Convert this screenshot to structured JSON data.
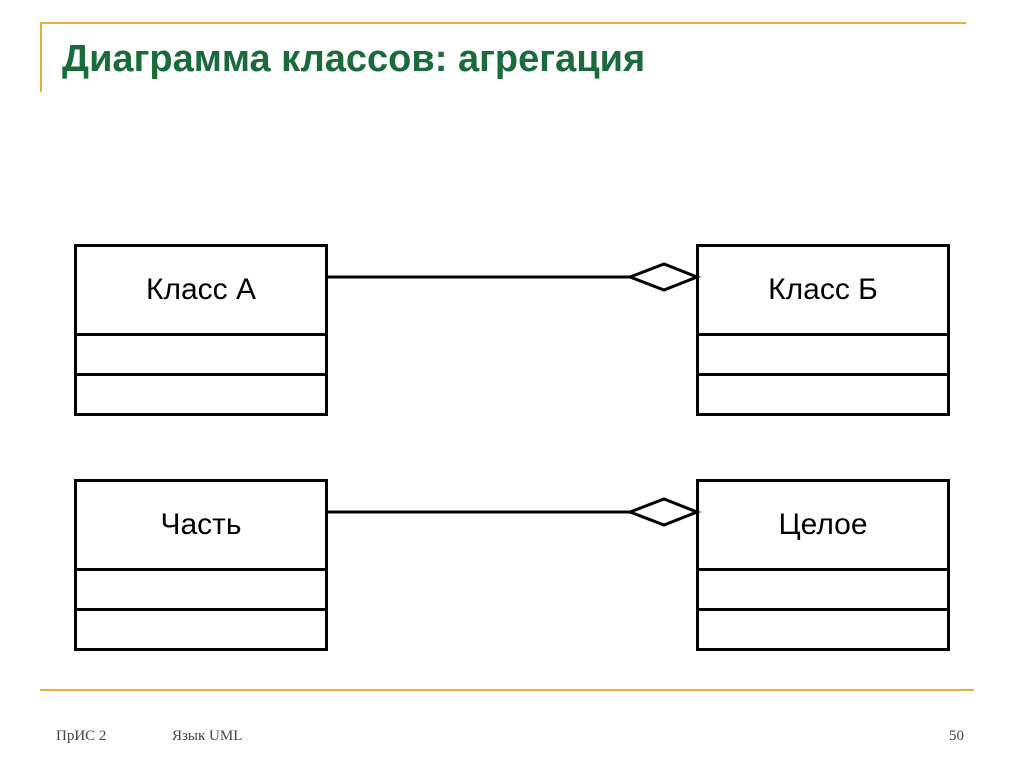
{
  "slide": {
    "title": "Диаграмма классов: агрегация"
  },
  "diagram": {
    "classes": [
      {
        "id": "class-a",
        "name": "Класс А"
      },
      {
        "id": "class-b",
        "name": "Класс Б"
      },
      {
        "id": "class-part",
        "name": "Часть"
      },
      {
        "id": "class-whole",
        "name": "Целое"
      }
    ],
    "relations": [
      {
        "type": "aggregation",
        "from": "Класс А",
        "to": "Класс Б",
        "diamond_at": "Класс Б"
      },
      {
        "type": "aggregation",
        "from": "Часть",
        "to": "Целое",
        "diamond_at": "Целое"
      }
    ]
  },
  "footer": {
    "left": "ПрИС 2",
    "center": "Язык UML",
    "page_number": "50"
  },
  "colors": {
    "title": "#1a6b3a",
    "accent_rule": "#e0b43a",
    "lines": "#000000"
  }
}
